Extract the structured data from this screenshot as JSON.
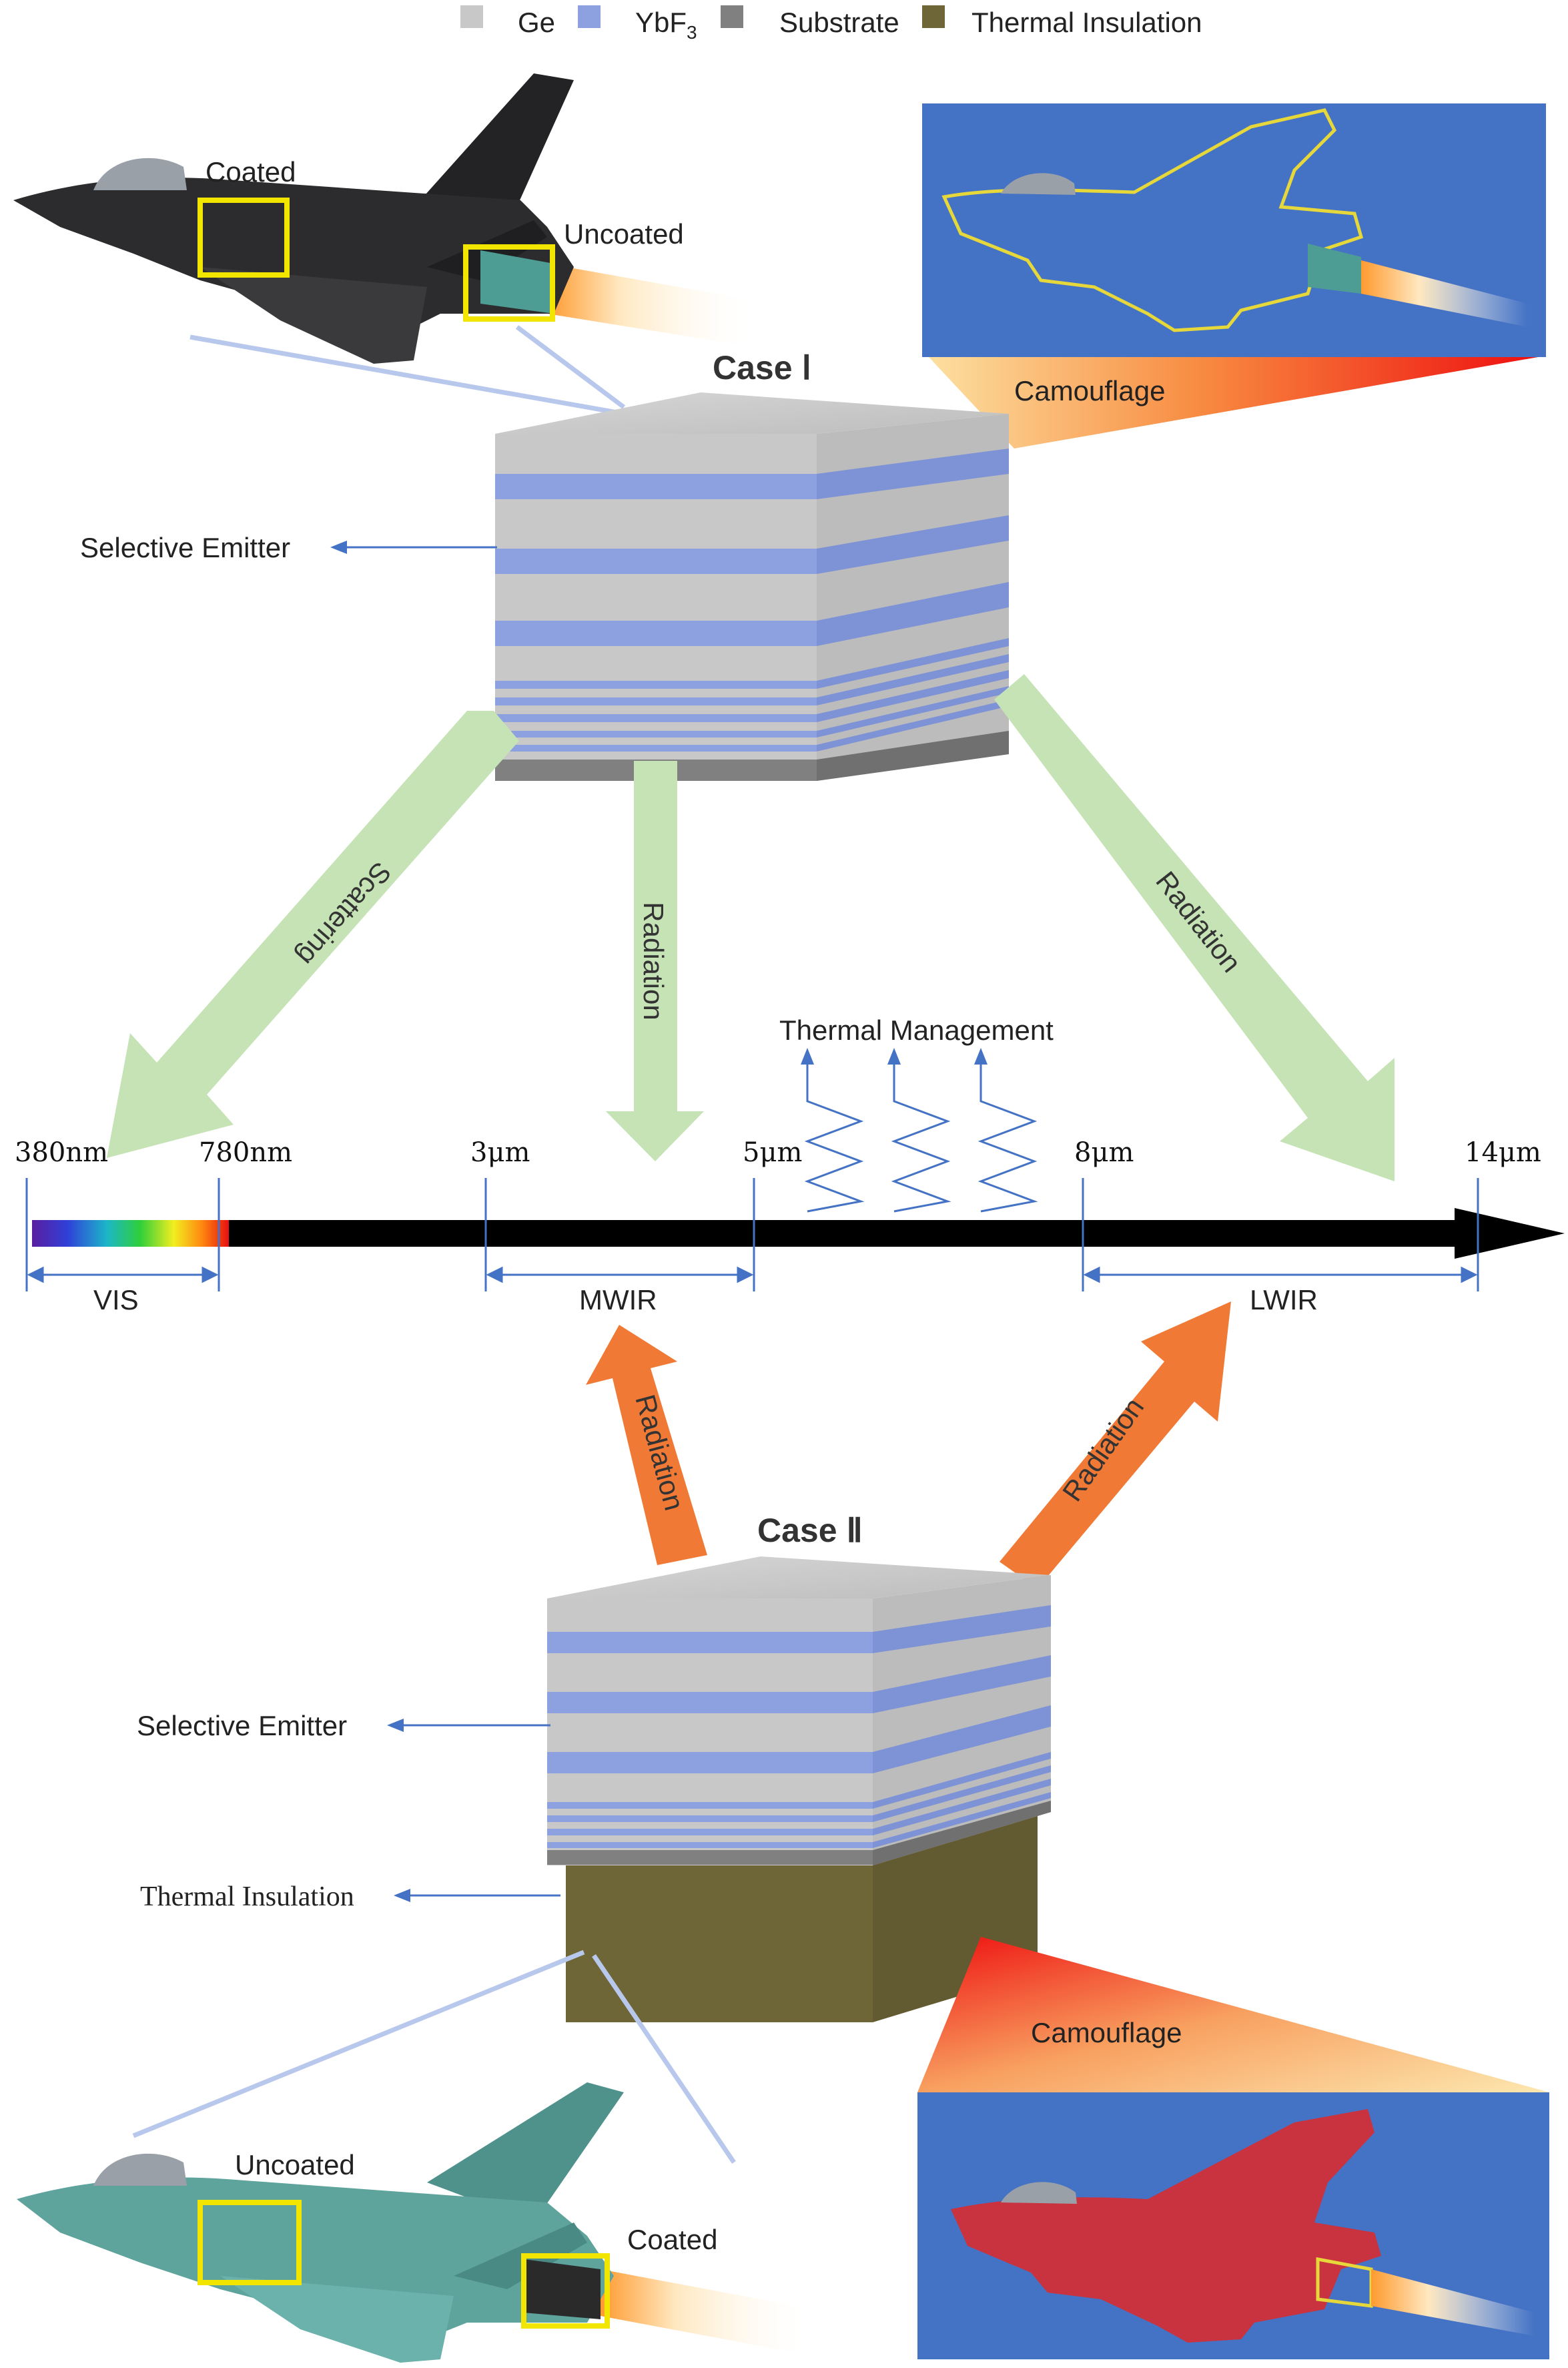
{
  "legend": {
    "items": [
      {
        "label": "Ge",
        "color": "#c8c8c8"
      },
      {
        "label": "YbF",
        "sub": "3",
        "color": "#8da0e0"
      },
      {
        "label": "Substrate",
        "color": "#808080"
      },
      {
        "label": "Thermal Insulation",
        "color": "#6f6638"
      }
    ]
  },
  "case1": {
    "title": "Case Ⅰ",
    "selective_emitter_label": "Selective Emitter",
    "jet_coated_label": "Coated",
    "jet_uncoated_label": "Uncoated",
    "camouflage_label": "Camouflage"
  },
  "case2": {
    "title": "Case Ⅱ",
    "selective_emitter_label": "Selective Emitter",
    "thermal_insulation_label": "Thermal Insulation",
    "jet_coated_label": "Coated",
    "jet_uncoated_label": "Uncoated",
    "camouflage_label": "Camouflage"
  },
  "flows": {
    "scattering": "Scattering",
    "radiation_mwir": "Radiation",
    "radiation_lwir": "Radiation",
    "radiation_up_mwir": "Radiation",
    "radiation_up_lwir": "Radiation",
    "thermal_management": "Thermal Management"
  },
  "spectrum": {
    "ticks": [
      {
        "label": "380nm",
        "value": 0.38
      },
      {
        "label": "780nm",
        "value": 0.78
      },
      {
        "label": "3μm",
        "value": 3
      },
      {
        "label": "5μm",
        "value": 5
      },
      {
        "label": "8μm",
        "value": 8
      },
      {
        "label": "14μm",
        "value": 14
      }
    ],
    "bands": [
      {
        "label": "VIS",
        "from": 0.38,
        "to": 0.78
      },
      {
        "label": "MWIR",
        "from": 3,
        "to": 5
      },
      {
        "label": "LWIR",
        "from": 8,
        "to": 14
      }
    ]
  },
  "colors": {
    "ge": "#c8c8c8",
    "ybf3": "#8da0e0",
    "substrate": "#808080",
    "insulation": "#6f6638",
    "green_arrow": "#c5e3b5",
    "orange_arrow": "#f07a35",
    "callout_line": "#4472c4",
    "ir_blue": "#4472c4",
    "jet_dark": "#2c2c2e",
    "jet_teal": "#5ea39c",
    "jet_red": "#c9333f"
  }
}
